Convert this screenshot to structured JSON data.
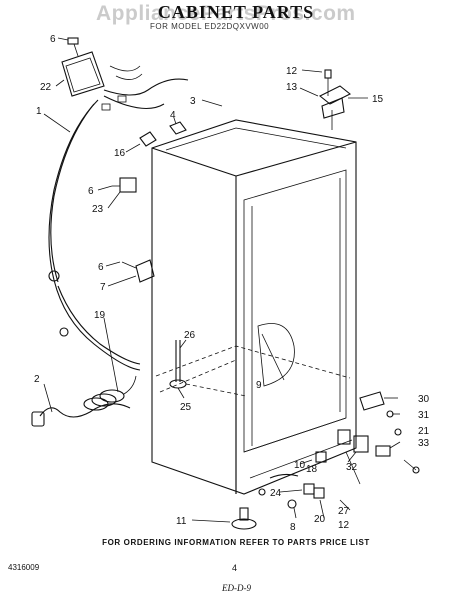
{
  "title": "CABINET PARTS",
  "watermark": "AppliancePartsPros.com",
  "subtitle": "FOR MODEL ED22DQXVW00",
  "footer": {
    "ordering_note": "FOR ORDERING INFORMATION REFER TO PARTS PRICE LIST",
    "doc_number": "4316009",
    "page_number": "4",
    "code": "ED-D-9"
  },
  "callouts": [
    "6",
    "22",
    "1",
    "16",
    "4",
    "3",
    "12",
    "13",
    "15",
    "6",
    "23",
    "6",
    "7",
    "19",
    "26",
    "25",
    "2",
    "11",
    "10",
    "18",
    "24",
    "8",
    "20",
    "27",
    "12",
    "32",
    "30",
    "31",
    "21",
    "33",
    "9"
  ]
}
